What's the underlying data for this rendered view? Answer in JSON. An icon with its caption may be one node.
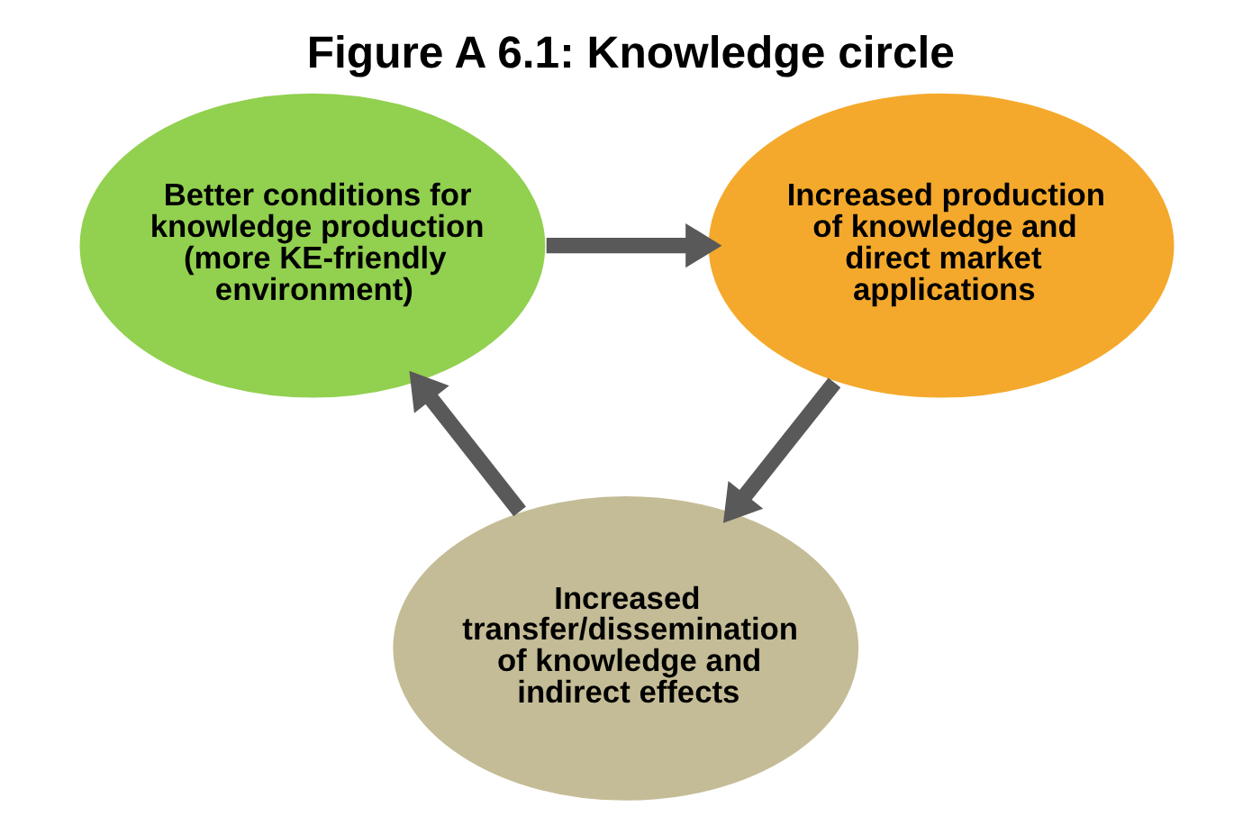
{
  "diagram": {
    "title": "Figure A 6.1: Knowledge circle",
    "nodes": [
      {
        "text": [
          "Better conditions for knowledge production (more KE-friendly environment)"
        ]
      },
      {
        "text": [
          "Increased production of knowledge and direct market applications"
        ]
      },
      {
        "text": [
          "Increased transfer/dissemination of knowledge and indirect effects"
        ]
      }
    ],
    "edges": [
      {
        "from": 0,
        "to": 1,
        "arrow": "to"
      },
      {
        "from": 1,
        "to": 2,
        "arrow": "to"
      },
      {
        "from": 2,
        "to": 0,
        "arrow": "to"
      }
    ]
  }
}
